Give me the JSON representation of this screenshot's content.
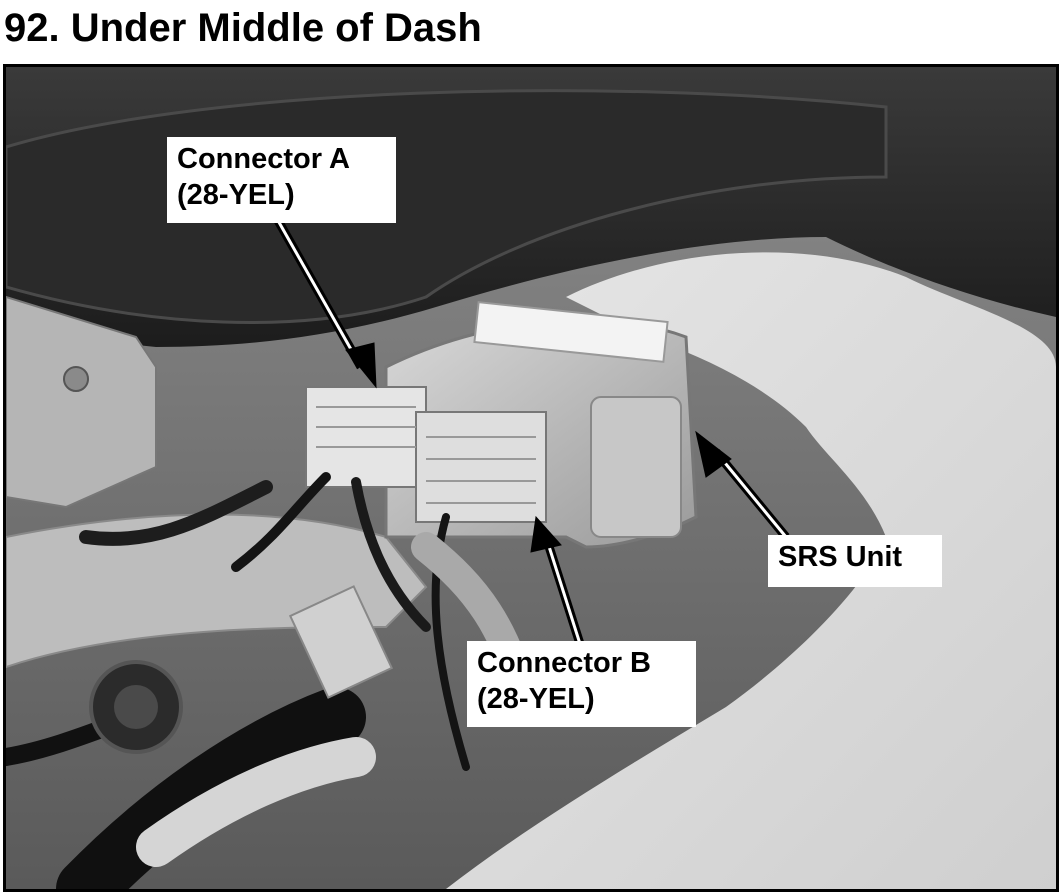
{
  "header": {
    "title": "92. Under Middle of Dash"
  },
  "callouts": {
    "connector_a": {
      "line1": "Connector A",
      "line2": "(28-YEL)"
    },
    "connector_b": {
      "line1": "Connector B",
      "line2": "(28-YEL)"
    },
    "srs_unit": {
      "label": "SRS Unit"
    }
  },
  "colors": {
    "text": "#000000",
    "label_background": "#ffffff",
    "photo_tone": "grayscale"
  }
}
